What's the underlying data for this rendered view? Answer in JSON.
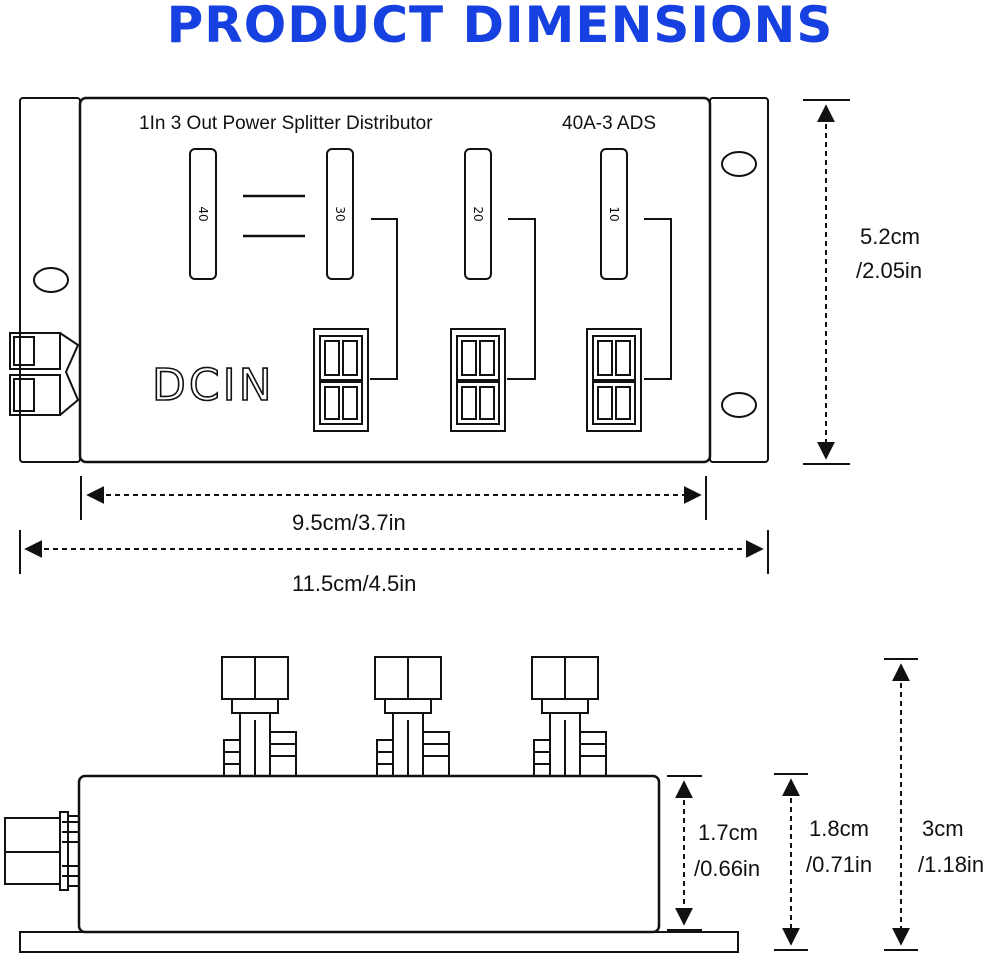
{
  "title": "PRODUCT DIMENSIONS",
  "colors": {
    "title": "#1640e0",
    "line": "#111111",
    "background": "#ffffff"
  },
  "top_view": {
    "product_label": "1In 3 Out Power Splitter Distributor",
    "model": "40A-3 ADS",
    "input_label": "DCIN",
    "fuses": [
      "40",
      "30",
      "20",
      "10"
    ],
    "height_metric": "5.2cm",
    "height_imperial": "/2.05in",
    "inner_width": "9.5cm/3.7in",
    "outer_width": "11.5cm/4.5in"
  },
  "side_view": {
    "body_height_metric": "1.7cm",
    "body_height_imperial": "/0.66in",
    "base_height_metric": "1.8cm",
    "base_height_imperial": "/0.71in",
    "total_height_metric": "3cm",
    "total_height_imperial": "/1.18in"
  }
}
